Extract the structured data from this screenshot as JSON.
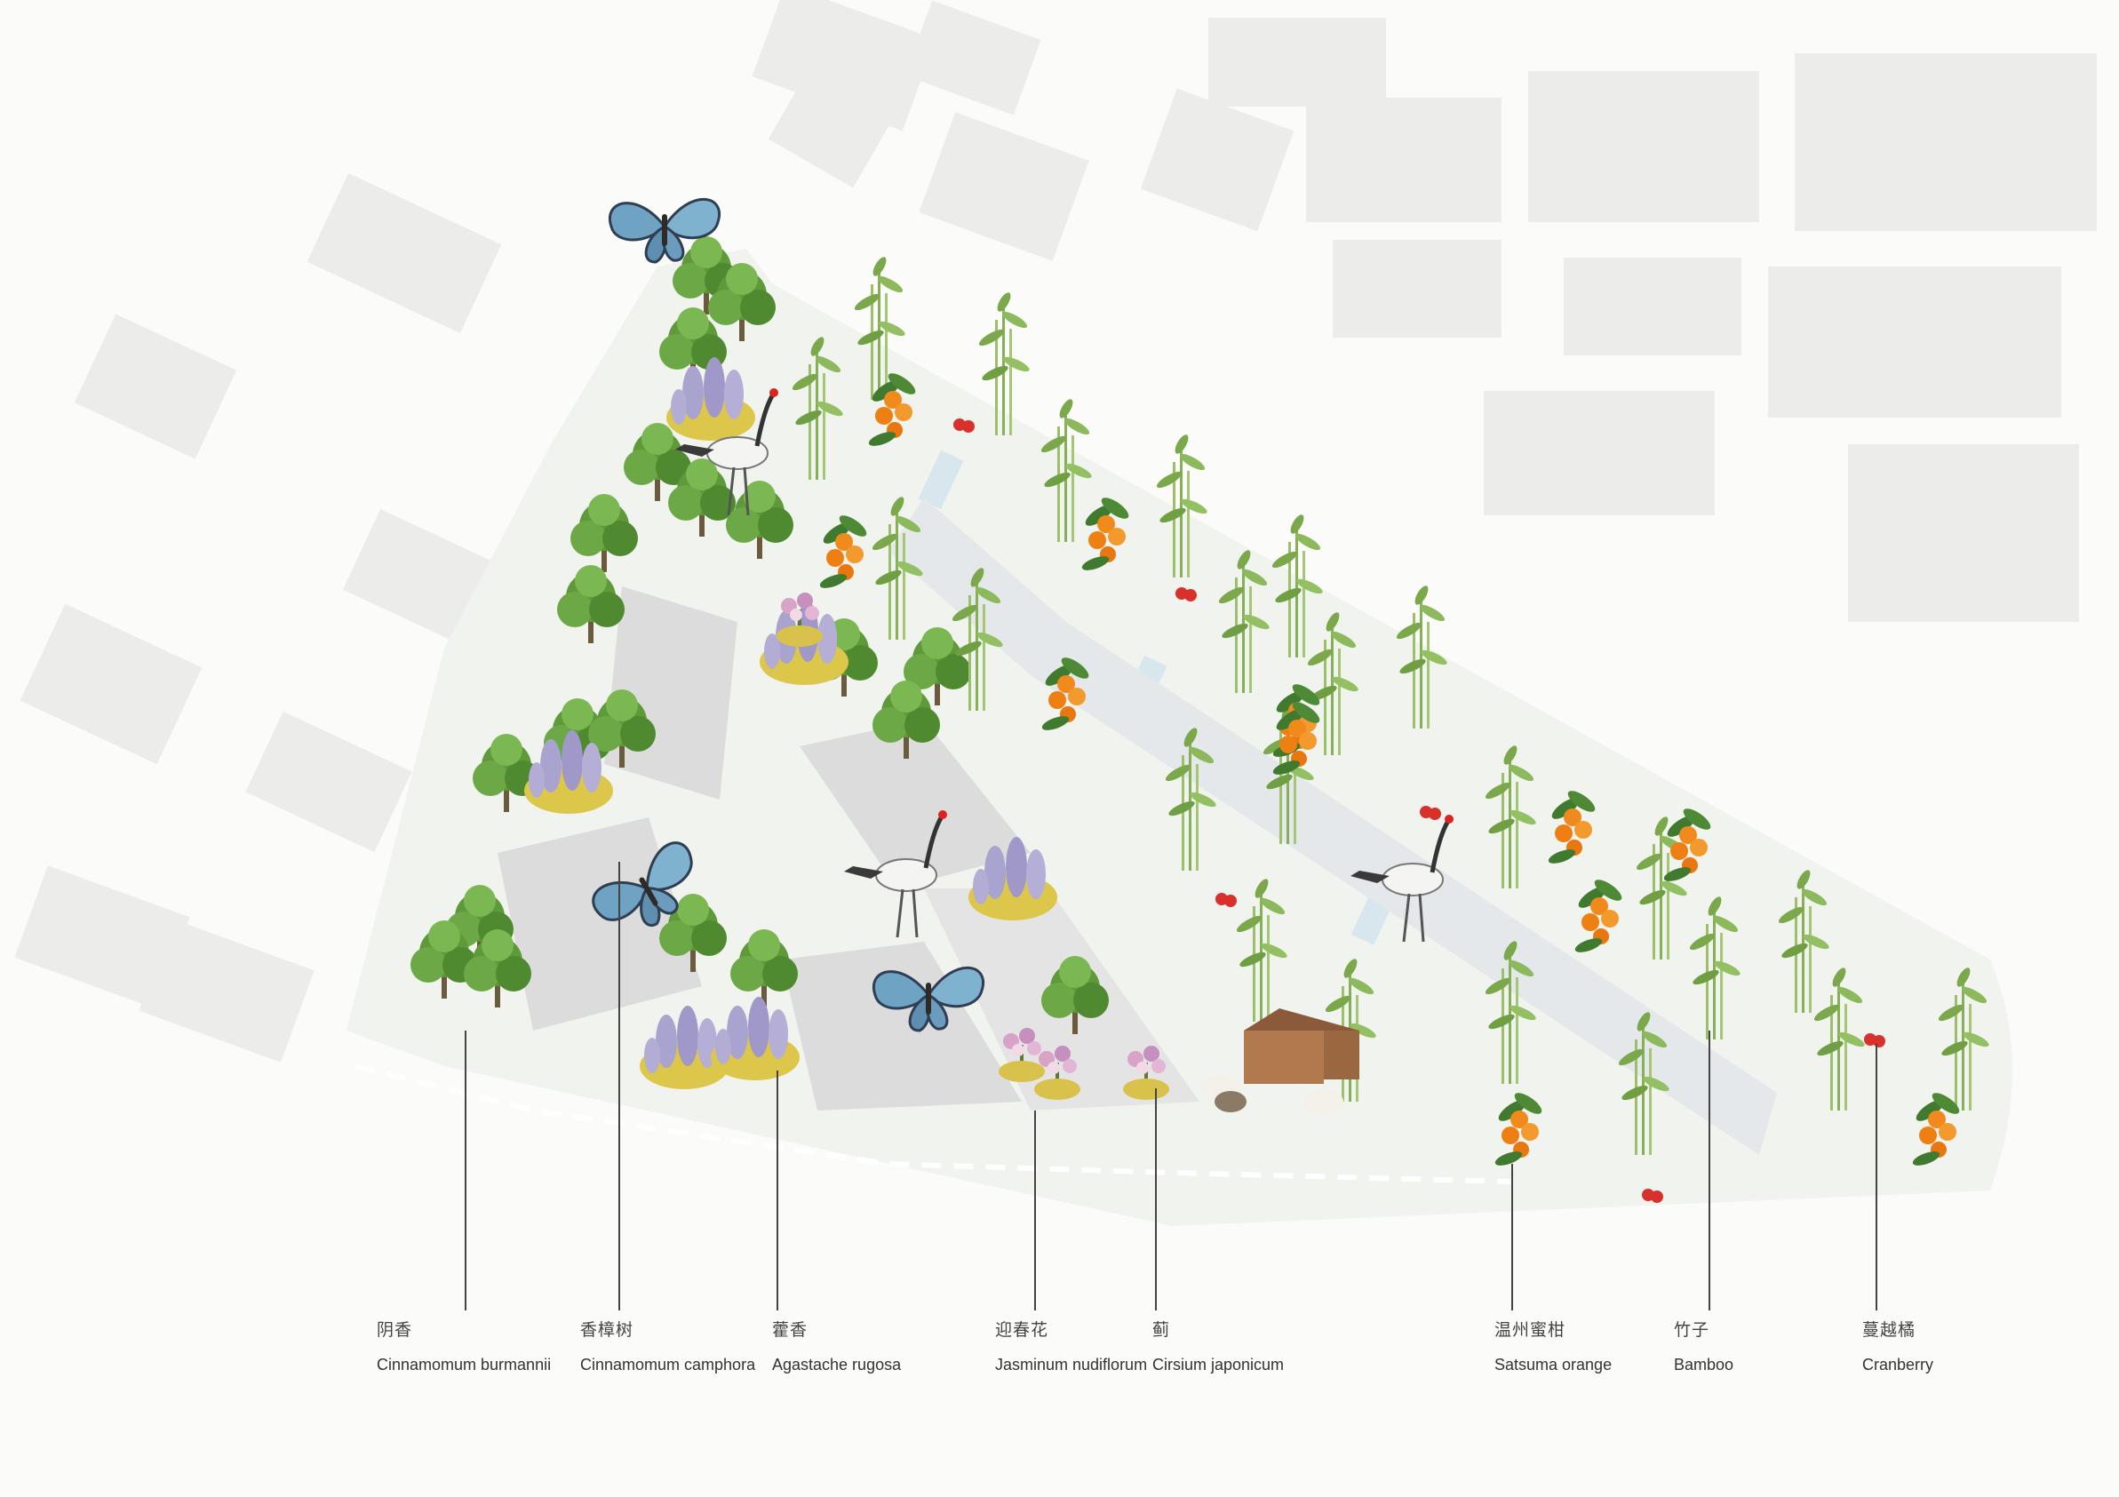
{
  "legend": [
    {
      "cn": "阴香",
      "en": "Cinnamomum burmannii"
    },
    {
      "cn": "香樟树",
      "en": "Cinnamomum camphora"
    },
    {
      "cn": "藿香",
      "en": "Agastache rugosa"
    },
    {
      "cn": "迎春花",
      "en": "Jasminum nudiflorum"
    },
    {
      "cn": "蓟",
      "en": "Cirsium japonicum"
    },
    {
      "cn": "温州蜜柑",
      "en": "Satsuma orange"
    },
    {
      "cn": "竹子",
      "en": "Bamboo"
    },
    {
      "cn": "蔓越橘",
      "en": "Cranberry"
    }
  ],
  "colors": {
    "background": "#fbfbf9",
    "building": "#ececea",
    "site_ground": "#f1f3ee",
    "plaza": "#dcdcdc",
    "tree": "#5e9a3a",
    "bamboo": "#8ab65a",
    "orange": "#f08a1c",
    "cranberry": "#d8312c",
    "lavender": "#a9a3d0",
    "yellow_shrub": "#dcc74a",
    "butterfly": "#6fa3c4",
    "leader_line": "#444444"
  }
}
